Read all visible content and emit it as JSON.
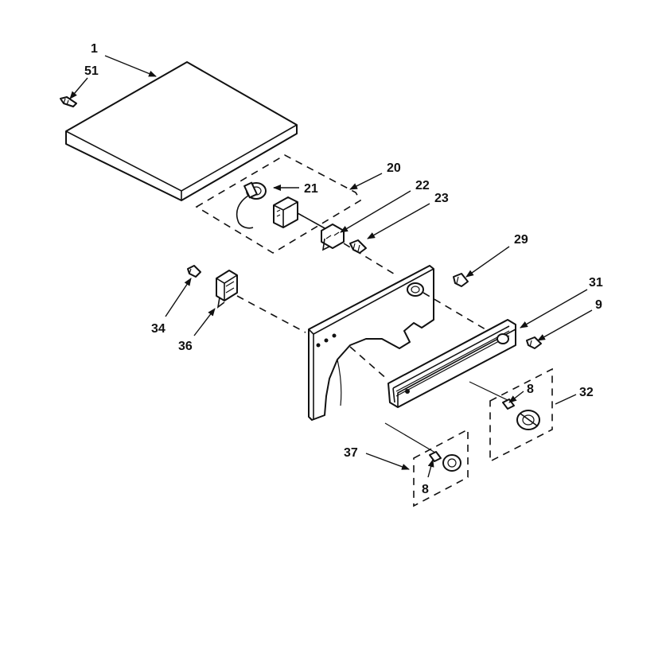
{
  "title": "",
  "labels": {
    "p1": "1",
    "p51": "51",
    "p20": "20",
    "p21": "21",
    "p22": "22",
    "p23": "23",
    "p29": "29",
    "p31": "31",
    "p9": "9",
    "p8a": "8",
    "p32": "32",
    "p34": "34",
    "p36": "36",
    "p37": "37",
    "p8b": "8"
  }
}
